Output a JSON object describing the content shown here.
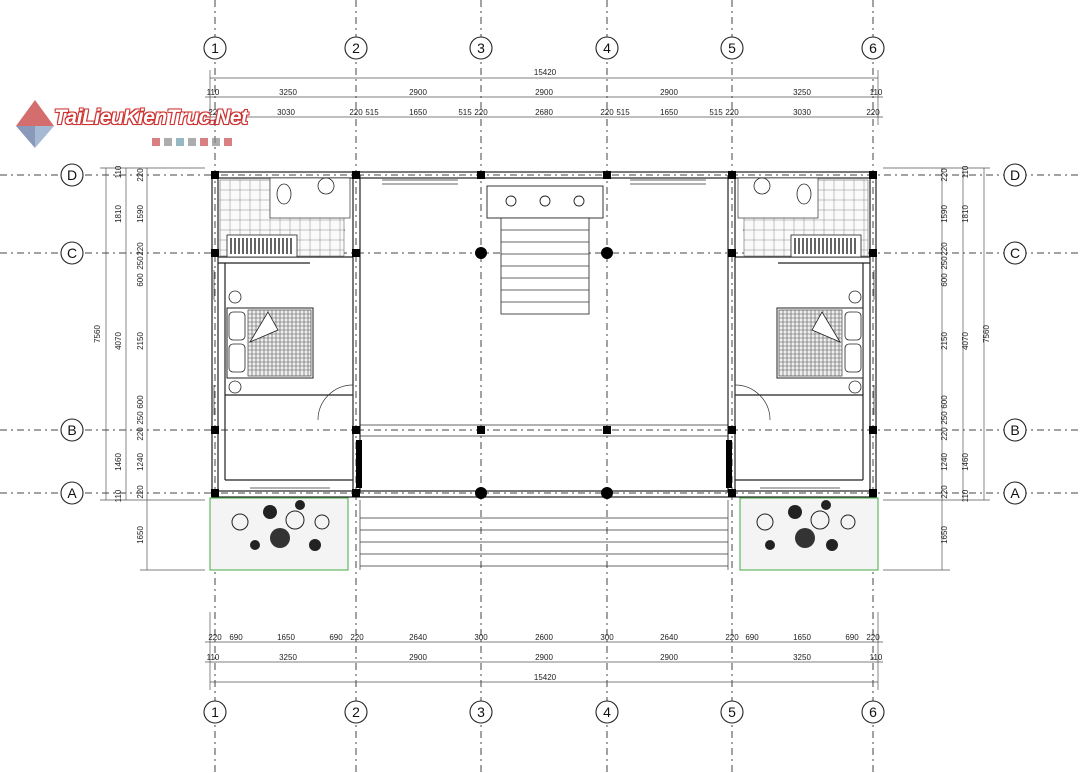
{
  "watermark": {
    "text": "TaiLieuKienTruc.Net"
  },
  "grid": {
    "columns": [
      "1",
      "2",
      "3",
      "4",
      "5",
      "6"
    ],
    "rows": [
      "D",
      "C",
      "B",
      "A"
    ]
  },
  "top_dimensions": {
    "overall": "15420",
    "row1": [
      "110",
      "3250",
      "2900",
      "2900",
      "2900",
      "3250",
      "110"
    ],
    "row2": [
      "220",
      "3030",
      "220",
      "515",
      "1650",
      "515",
      "220",
      "2680",
      "220",
      "515",
      "1650",
      "515",
      "220",
      "3030",
      "220"
    ]
  },
  "bottom_dimensions": {
    "row1": [
      "220",
      "690",
      "1650",
      "690",
      "220",
      "2640",
      "300",
      "2600",
      "300",
      "2640",
      "220",
      "690",
      "1650",
      "690",
      "220"
    ],
    "row2": [
      "110",
      "3250",
      "2900",
      "2900",
      "2900",
      "3250",
      "110"
    ],
    "overall": "15420"
  },
  "left_dimensions": {
    "overall": "7560",
    "outer": [
      "110",
      "1810",
      "4070",
      "1460",
      "110"
    ],
    "inner": [
      "220",
      "1590",
      "220",
      "250",
      "600",
      "2150",
      "600",
      "250",
      "220",
      "1240",
      "220",
      "1650"
    ]
  },
  "right_dimensions": {
    "overall": "7560",
    "outer": [
      "110",
      "1810",
      "4070",
      "1460",
      "110"
    ],
    "inner": [
      "220",
      "1590",
      "220",
      "250",
      "600",
      "2150",
      "600",
      "250",
      "220",
      "1240",
      "220",
      "1650"
    ]
  }
}
